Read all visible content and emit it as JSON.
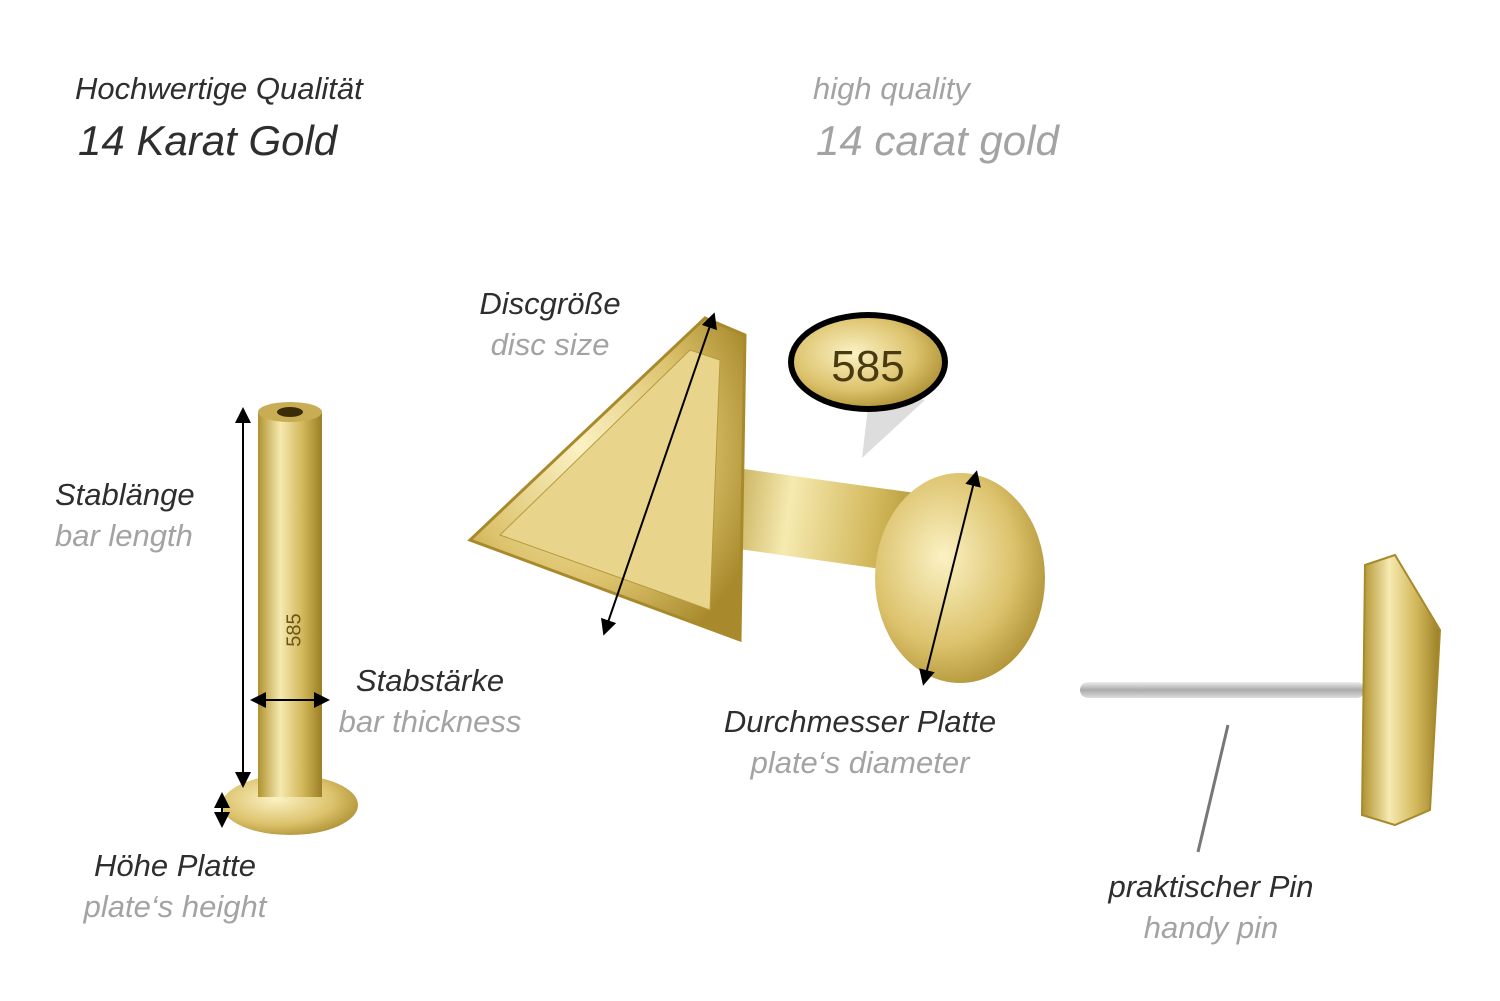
{
  "header": {
    "de_quality": "Hochwertige Qualität",
    "de_material": "14 Karat Gold",
    "en_quality": "high quality",
    "en_material": "14 carat gold"
  },
  "labels": {
    "disc_size": {
      "de": "Discgröße",
      "en": "disc size"
    },
    "bar_length": {
      "de": "Stablänge",
      "en": "bar length"
    },
    "bar_thickness": {
      "de": "Stabstärke",
      "en": "bar thickness"
    },
    "plate_diameter": {
      "de": "Durchmesser Platte",
      "en": "plate‘s diameter"
    },
    "plate_height": {
      "de": "Höhe Platte",
      "en": "plate‘s height"
    },
    "handy_pin": {
      "de": "praktischer Pin",
      "en": "handy pin"
    }
  },
  "hallmark": {
    "badge": "585",
    "bar_engraving": "585"
  },
  "colors": {
    "gold": "#d9c26a",
    "gold_dark": "#a88a2c",
    "dark_text": "#2e2e2e",
    "gray_text": "#a3a3a3",
    "silver": "#c8c8c8"
  }
}
